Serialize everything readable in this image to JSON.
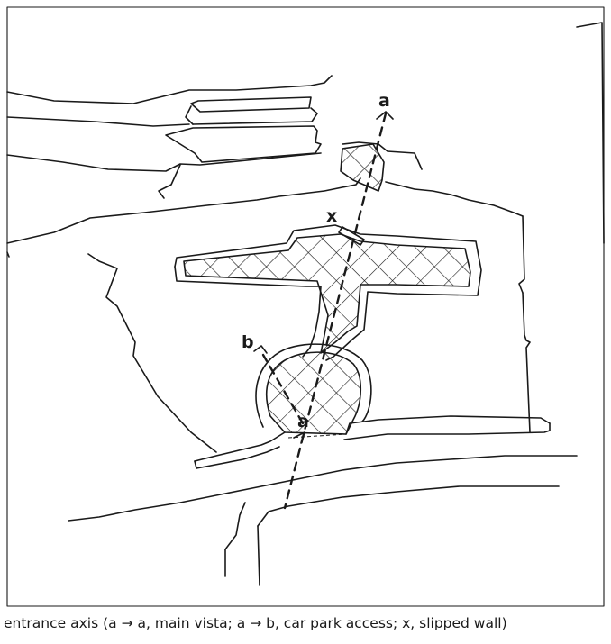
{
  "labels": {
    "a_top": "a",
    "a_bottom": "a",
    "b": "b",
    "x": "x"
  },
  "caption": "entrance axis (a → a, main vista; a → b, car park access; x, slipped wall)"
}
